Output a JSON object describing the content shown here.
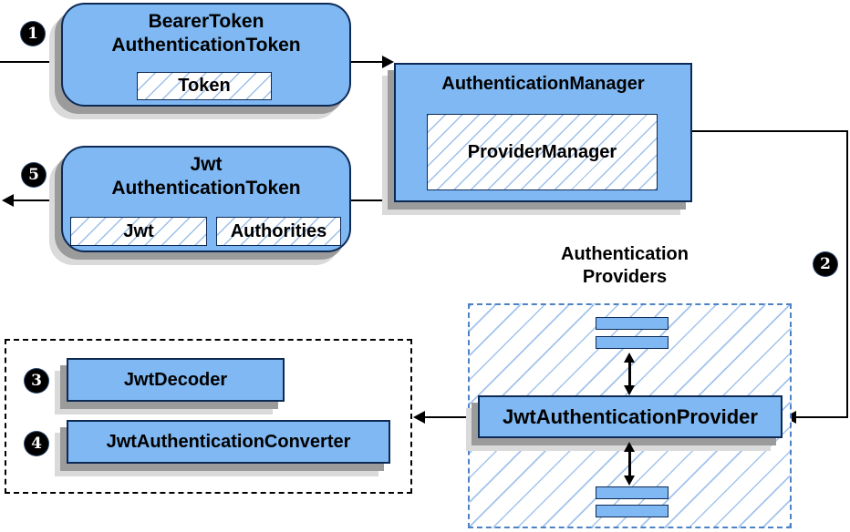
{
  "steps": {
    "one": "1",
    "two": "2",
    "three": "3",
    "four": "4",
    "five": "5"
  },
  "nodes": {
    "bearer_token": {
      "title_line1": "BearerToken",
      "title_line2": "AuthenticationToken",
      "field_token": "Token"
    },
    "authentication_manager": {
      "title": "AuthenticationManager",
      "field_provider_manager": "ProviderManager"
    },
    "jwt_authentication_token": {
      "title_line1": "Jwt",
      "title_line2": "AuthenticationToken",
      "field_jwt": "Jwt",
      "field_authorities": "Authorities"
    },
    "authentication_providers": {
      "label_line1": "Authentication",
      "label_line2": "Providers"
    },
    "jwt_authentication_provider": {
      "title": "JwtAuthenticationProvider"
    },
    "jwt_decoder": {
      "title": "JwtDecoder"
    },
    "jwt_authentication_converter": {
      "title": "JwtAuthenticationConverter"
    }
  },
  "colors": {
    "node_fill": "#7fb8f2",
    "node_border": "#0d2a55",
    "hatch_line": "#8ab4e8",
    "dashed_blue_border": "#4d82c4",
    "dashed_black_border": "#000000",
    "shadow_dark": "#9b9b9b",
    "shadow_light": "#dadada",
    "arrow": "#000000",
    "badge_bg": "#000000",
    "badge_text": "#ffffff"
  }
}
